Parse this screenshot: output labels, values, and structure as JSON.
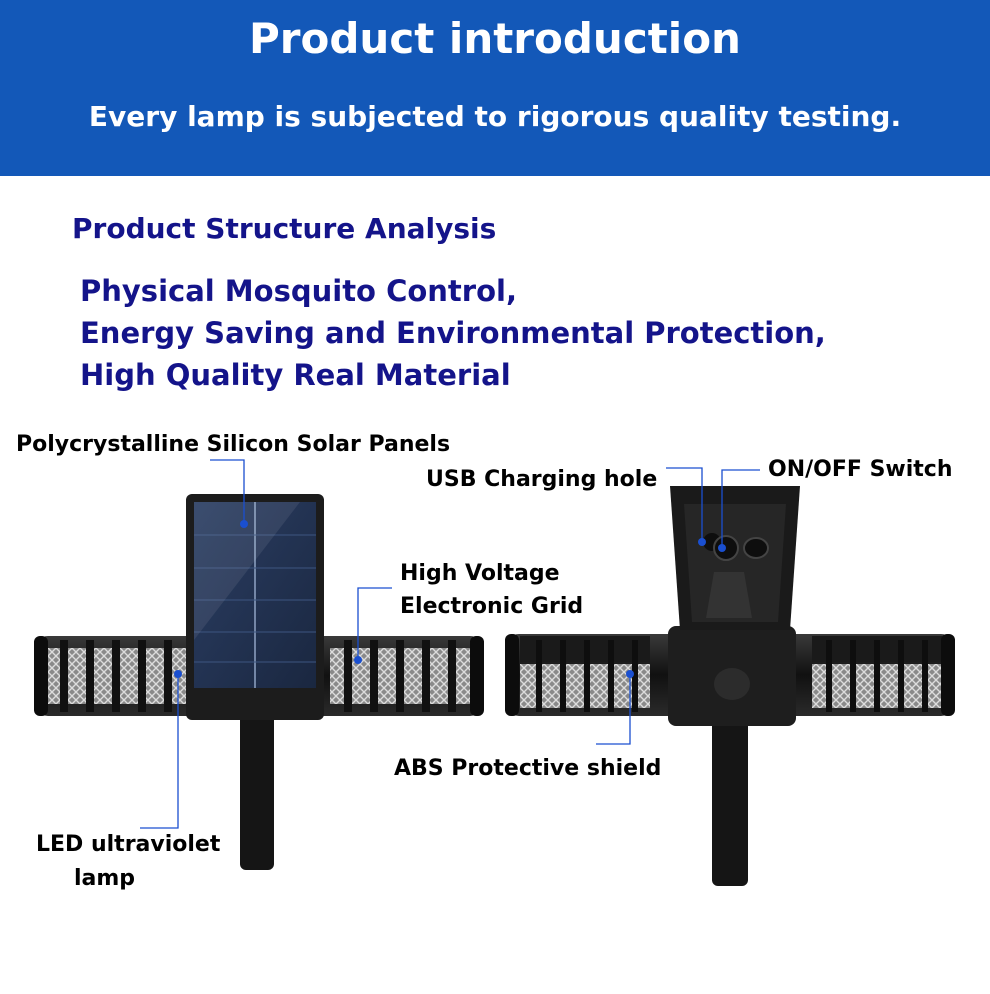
{
  "header": {
    "title": "Product introduction",
    "subtitle": "Every lamp is subjected to rigorous quality testing."
  },
  "section_title": "Product Structure Analysis",
  "features": [
    "Physical Mosquito Control,",
    "Energy Saving and Environmental Protection,",
    "High Quality Real Material"
  ],
  "labels": {
    "solar_panels": "Polycrystalline Silicon Solar Panels",
    "high_voltage_line1": "High Voltage",
    "high_voltage_line2": "Electronic Grid",
    "led_line1": "LED ultraviolet",
    "led_line2": "lamp",
    "usb_hole": "USB Charging hole",
    "switch": "ON/OFF Switch",
    "abs_shield": "ABS Protective shield"
  },
  "colors": {
    "banner": "#1358b8",
    "heading": "#14148a",
    "callout_dot": "#1a4fd0"
  }
}
